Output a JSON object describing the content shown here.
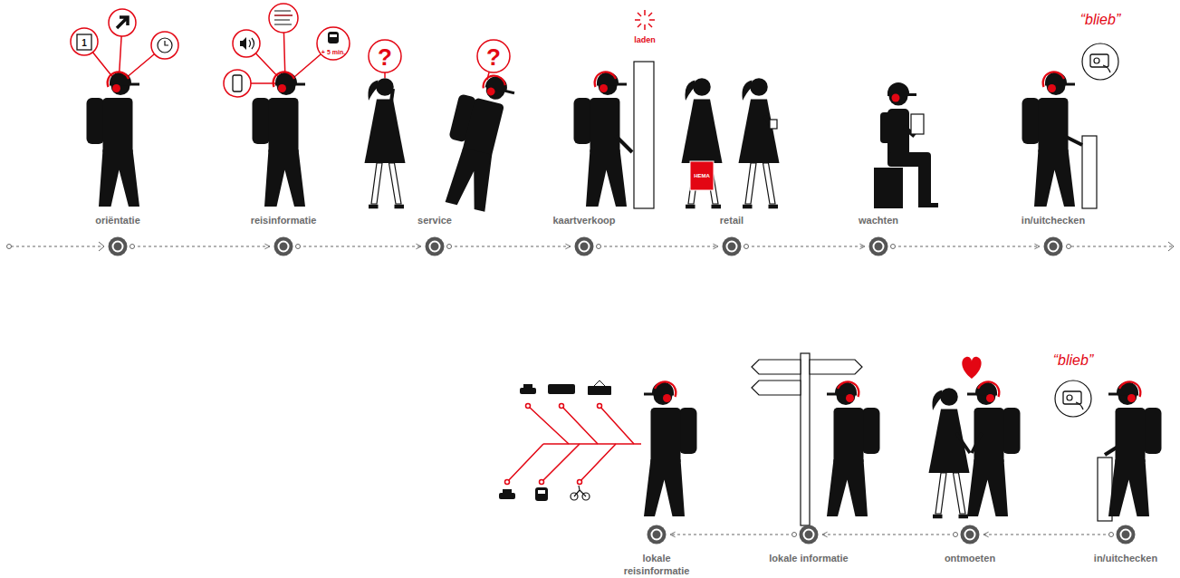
{
  "diagram": {
    "nodes": [
      {
        "text": [
          "oriëntatie"
        ]
      },
      {
        "text": [
          "reisinformatie"
        ]
      },
      {
        "text": [
          "service"
        ]
      },
      {
        "text": [
          "kaartverkoop"
        ]
      },
      {
        "text": [
          "retail"
        ]
      },
      {
        "text": [
          "wachten"
        ]
      },
      {
        "text": [
          "in/uitchecken"
        ]
      },
      {
        "text": [
          "lokale reisinformatie"
        ]
      },
      {
        "text": [
          "lokale informatie"
        ]
      },
      {
        "text": [
          "ontmoeten"
        ]
      },
      {
        "text": [
          "in/uitchecken"
        ]
      }
    ],
    "edges": [
      {
        "from": 0,
        "to": 1,
        "arrow": "to"
      },
      {
        "from": 1,
        "to": 2,
        "arrow": "to"
      },
      {
        "from": 2,
        "to": 3,
        "arrow": "to"
      },
      {
        "from": 3,
        "to": 4,
        "arrow": "to"
      },
      {
        "from": 4,
        "to": 5,
        "arrow": "to"
      },
      {
        "from": 5,
        "to": 6,
        "arrow": "to"
      },
      {
        "from": 10,
        "to": 9,
        "arrow": "to"
      },
      {
        "from": 9,
        "to": 8,
        "arrow": "to"
      },
      {
        "from": 8,
        "to": 7,
        "arrow": "to"
      }
    ],
    "labels": [
      "1",
      "+ 5 min.",
      "?",
      "?",
      "laden",
      "HEMA",
      "“blieb”",
      "“blieb”"
    ]
  }
}
